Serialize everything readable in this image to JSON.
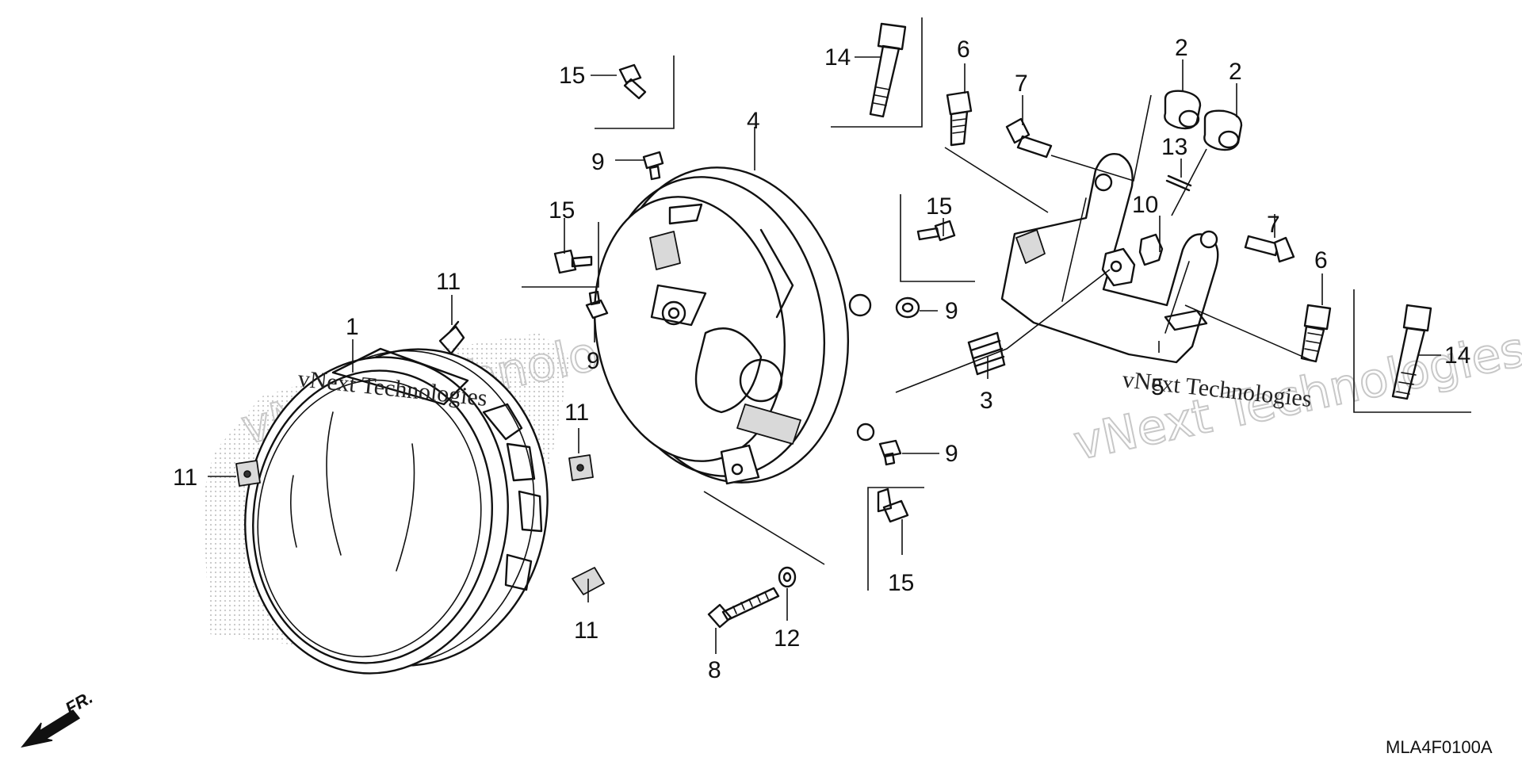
{
  "diagram": {
    "callouts": {
      "c1": "1",
      "c2a": "2",
      "c2b": "2",
      "c3": "3",
      "c4": "4",
      "c5": "5",
      "c6a": "6",
      "c6b": "6",
      "c7a": "7",
      "c7b": "7",
      "c8": "8",
      "c9a": "9",
      "c9b": "9",
      "c9c": "9",
      "c9d": "9",
      "c10": "10",
      "c11a": "11",
      "c11b": "11",
      "c11c": "11",
      "c11d": "11",
      "c12": "12",
      "c13": "13",
      "c14a": "14",
      "c14b": "14",
      "c15a": "15",
      "c15b": "15",
      "c15c": "15",
      "c15d": "15"
    },
    "front_marker": "FR.",
    "drawing_code": "MLA4F0100A",
    "watermarks": {
      "left_small": "vNext Technologies",
      "left_big": "vNext Technologies",
      "right_small": "vNext Technologies",
      "right_big": "vNext Technologies"
    },
    "colors": {
      "ink": "#111111",
      "watermark": "#c8c8c8",
      "dot_shadow": "#bdbdbd"
    }
  }
}
